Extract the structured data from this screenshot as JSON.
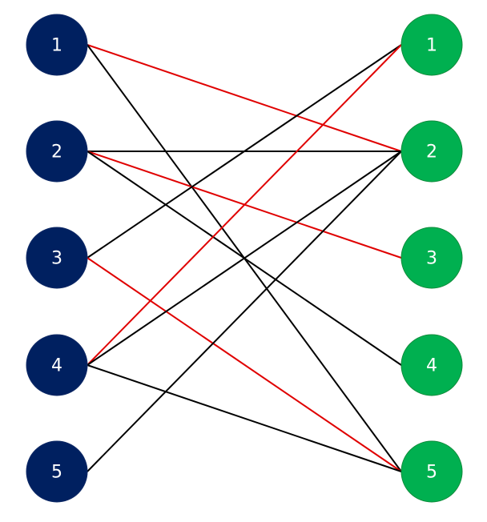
{
  "colors": {
    "left_node": "#002060",
    "right_node": "#00B050",
    "matching_edge": "#E00000",
    "other_edge": "#000000",
    "label": "#FFFFFF"
  },
  "left_nodes": [
    {
      "label": "1"
    },
    {
      "label": "2"
    },
    {
      "label": "3"
    },
    {
      "label": "4"
    },
    {
      "label": "5"
    }
  ],
  "right_nodes": [
    {
      "label": "1"
    },
    {
      "label": "2"
    },
    {
      "label": "3"
    },
    {
      "label": "4"
    },
    {
      "label": "5"
    }
  ],
  "edges": [
    {
      "from": "1",
      "to": "2",
      "highlight": true
    },
    {
      "from": "1",
      "to": "5",
      "highlight": false
    },
    {
      "from": "2",
      "to": "2",
      "highlight": false
    },
    {
      "from": "2",
      "to": "3",
      "highlight": true
    },
    {
      "from": "2",
      "to": "4",
      "highlight": false
    },
    {
      "from": "3",
      "to": "1",
      "highlight": false
    },
    {
      "from": "3",
      "to": "5",
      "highlight": true
    },
    {
      "from": "4",
      "to": "1",
      "highlight": true
    },
    {
      "from": "4",
      "to": "2",
      "highlight": false
    },
    {
      "from": "4",
      "to": "5",
      "highlight": false
    },
    {
      "from": "5",
      "to": "2",
      "highlight": false
    }
  ]
}
